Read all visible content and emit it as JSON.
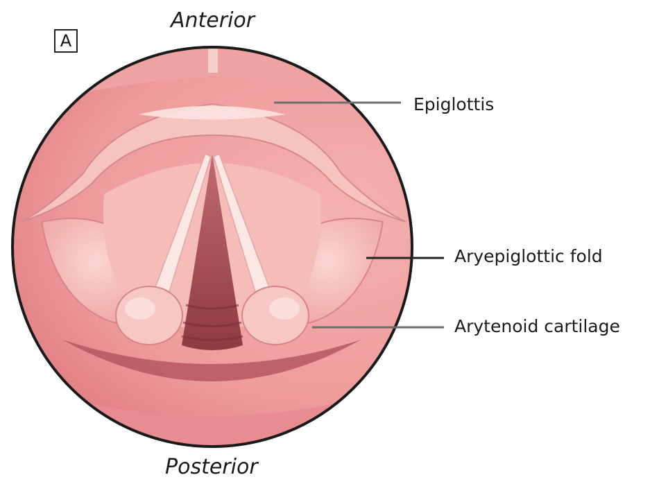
{
  "panel_label": "A",
  "orientation": {
    "top": "Anterior",
    "bottom": "Posterior"
  },
  "labels": {
    "epiglottis": "Epiglottis",
    "aryepiglottic_fold": "Aryepiglottic fold",
    "arytenoid_cartilage": "Arytenoid cartilage"
  },
  "colors": {
    "mucosa": "#f0a3a3",
    "mucosa_light": "#f7c6c2",
    "airway_dark": "#a0464c",
    "vocal_cord": "#f8e4e0",
    "outline": "#1a1a1a",
    "leader_line": "#6e6e6e"
  }
}
